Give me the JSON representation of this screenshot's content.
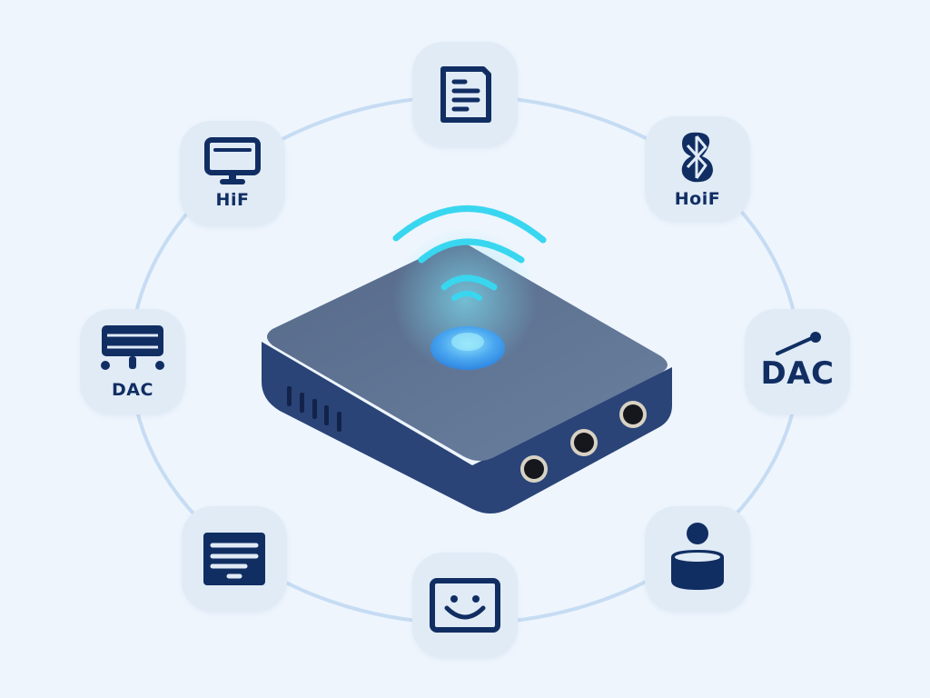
{
  "illustration": {
    "subject": "Wireless audio hub device with connected feature icons",
    "colors": {
      "background": "#eef5fd",
      "ring": "#c6dcf3",
      "tile": "#e0ebf6",
      "icon": "#112e63",
      "device_top": "#5f7494",
      "device_side": "#2a4478",
      "glow": "#39d6f0",
      "button": "#4aa6f0"
    }
  },
  "tiles": [
    {
      "position": "top",
      "icon": "document-icon",
      "label": ""
    },
    {
      "position": "top-left",
      "icon": "monitor-icon",
      "label": "HiF"
    },
    {
      "position": "top-right",
      "icon": "bluetooth-icon",
      "label": "HoiF"
    },
    {
      "position": "left",
      "icon": "dac-module-icon",
      "label": "DAC"
    },
    {
      "position": "right",
      "icon": "dac-text-icon",
      "label": "DAC"
    },
    {
      "position": "bottom-left",
      "icon": "text-panel-icon",
      "label": ""
    },
    {
      "position": "bottom",
      "icon": "smiley-screen-icon",
      "label": ""
    },
    {
      "position": "bottom-right",
      "icon": "user-speaker-icon",
      "label": ""
    }
  ],
  "device": {
    "name": "wireless-audio-hub",
    "audio_ports": 3,
    "vent_slots": 5,
    "wifi_arcs": 4
  }
}
